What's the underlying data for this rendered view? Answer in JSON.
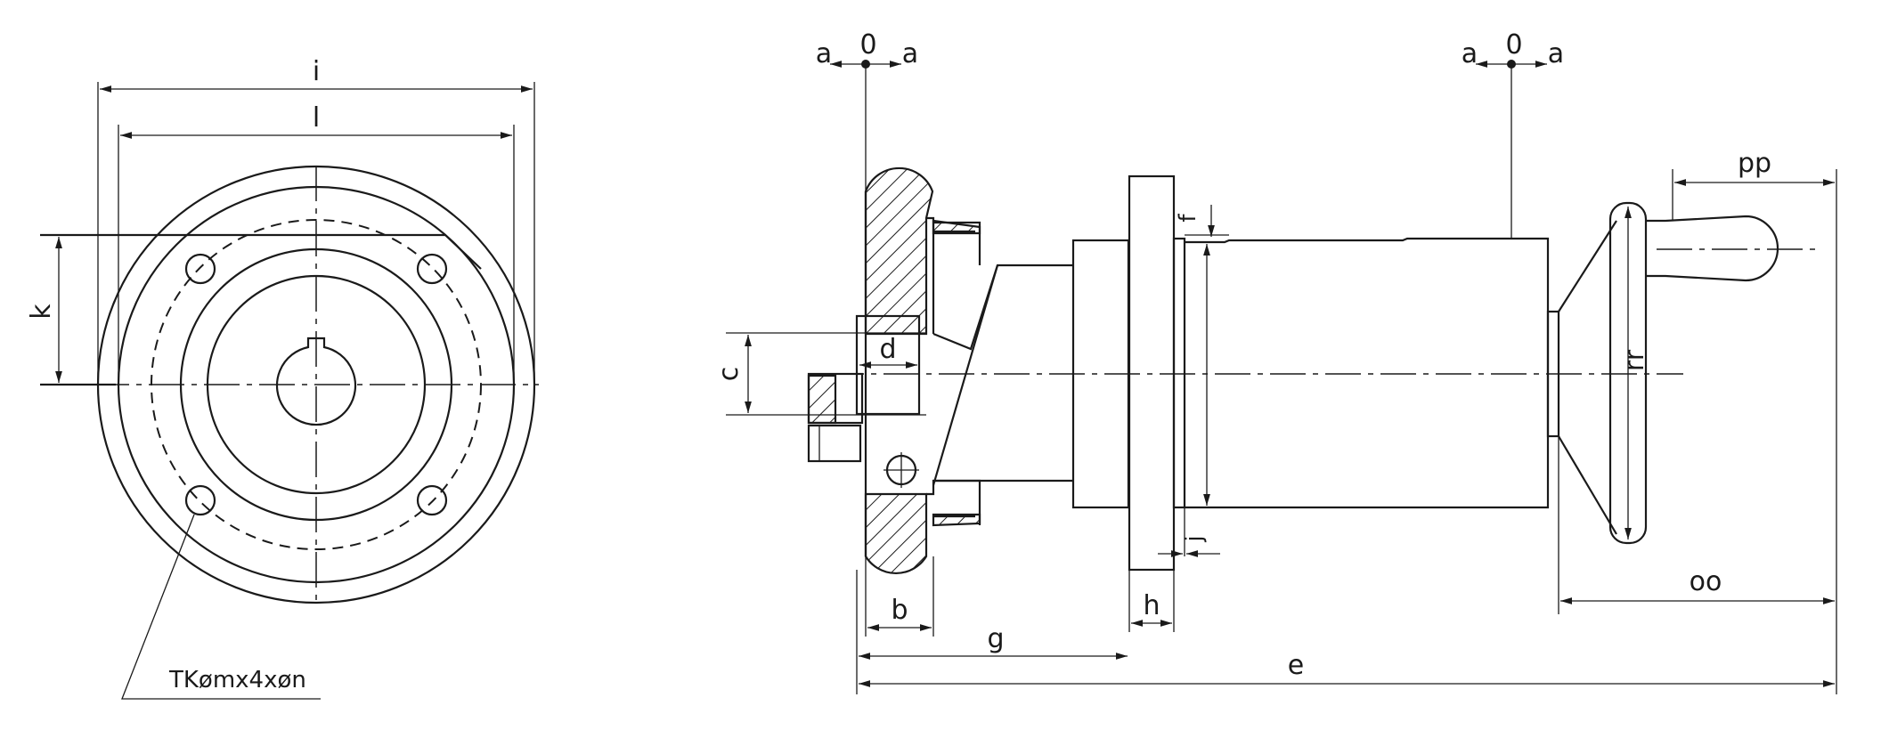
{
  "labels": {
    "i": "i",
    "l": "l",
    "k": "k",
    "tk": "TKømx4xøn",
    "a": "a",
    "zero": "0",
    "c": "c",
    "d": "d",
    "b": "b",
    "g": "g",
    "h": "h",
    "e": "e",
    "f": "f",
    "j": "j",
    "pp": "pp",
    "rr": "rr",
    "oo": "oo"
  }
}
